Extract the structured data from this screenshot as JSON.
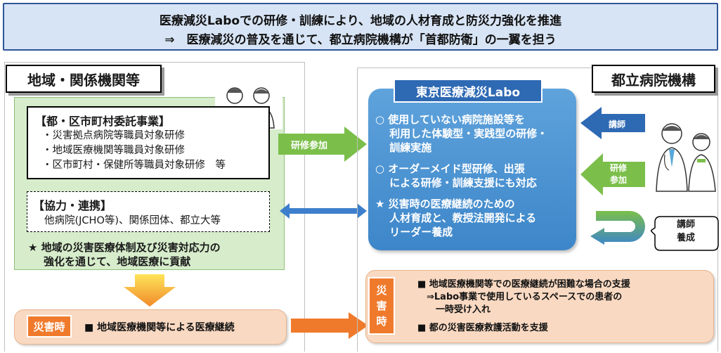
{
  "banner": {
    "line1": "医療減災Laboでの研修・訓練により、地域の人材育成と防災力強化を推進",
    "line2": "⇒　医療減災の普及を通じて、都立病院機構が「首都防衛」の一翼を担う"
  },
  "left": {
    "label": "地域・関係機関等",
    "commission": {
      "title": "【都・区市町村委託事業】",
      "items": [
        "・災害拠点病院等職員対象研修",
        "・地域医療機関等職員対象研修",
        "・区市町村・保健所等職員対象研修　等"
      ]
    },
    "cooperation": {
      "title": "【協力・連携】",
      "text": "他病院(JCHO等)、関係団体、都立大等"
    },
    "star": {
      "line1": "★ 地域の災害医療体制及び災害対応力の",
      "line2": "強化を通じて、地域医療に貢献"
    },
    "disaster": {
      "tag": "災害時",
      "text": "■ 地域医療機関等による医療継続"
    }
  },
  "middle": {
    "training_arrow": "研修参加"
  },
  "right": {
    "label": "都立病院機構",
    "labo": {
      "title": "東京医療減災Labo",
      "lines": [
        "○ 使用していない病院施設等を",
        "　 利用した体験型・実践型の研修・",
        "　 訓練実施",
        "○ オーダーメイド型研修、出張",
        "　 による研修・訓練支援にも対応",
        "★ 災害時の医療継続のための",
        "　 人材育成と、教授法開発による",
        "　 リーダー養成"
      ]
    },
    "instructor_arrow": "講師",
    "training_arrow": {
      "line1": "研修",
      "line2": "参加"
    },
    "callout": {
      "line1": "講師",
      "line2": "養成"
    },
    "disaster": {
      "tag": [
        "災",
        "害",
        "時"
      ],
      "lines": [
        "■ 地域医療機関等での医療継続が困難な場合の支援",
        "　⇒Labo事業で使用しているスペースでの患者の",
        "　　一時受け入れ",
        "■ 都の災害医療救護活動を支援"
      ]
    }
  },
  "colors": {
    "banner_bg": "#d7e4f5",
    "green_panel": "#d6eccb",
    "labo_blue": "#3d86c9",
    "arrow_green": "#7bbf4a",
    "arrow_blue": "#2e69b3",
    "orange": "#f07a2c"
  }
}
